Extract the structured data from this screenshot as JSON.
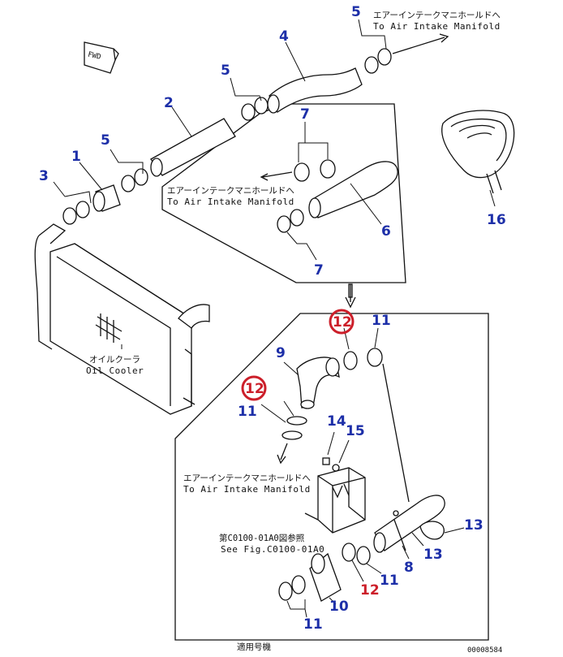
{
  "labels": {
    "n1": "1",
    "n2": "2",
    "n3": "3",
    "n4": "4",
    "n5a": "5",
    "n5b": "5",
    "n5c": "5",
    "n6": "6",
    "n7a": "7",
    "n7b": "7",
    "n8": "8",
    "n9": "9",
    "n10": "10",
    "n11a": "11",
    "n11b": "11",
    "n11c": "11",
    "n11d": "11",
    "n12a": "12",
    "n12b": "12",
    "n12c": "12",
    "n13a": "13",
    "n13b": "13",
    "n14": "14",
    "n15": "15",
    "n16": "16"
  },
  "text": {
    "fwd": "FWD",
    "jp_manifold": "エアーインテークマニホールドへ",
    "en_manifold": "To Air Intake Manifold",
    "jp_oil": "オイルクーラ",
    "en_oil": "Oil Cooler",
    "jp_see": "第C0100-01A0図参照",
    "en_see": "See Fig.C0100-01A0",
    "jp_serial": "適用号機",
    "drawing_no": "00008584"
  },
  "colors": {
    "callout_blue": "#1d2fa8",
    "callout_red": "#cc1f2a",
    "line": "#111111"
  }
}
